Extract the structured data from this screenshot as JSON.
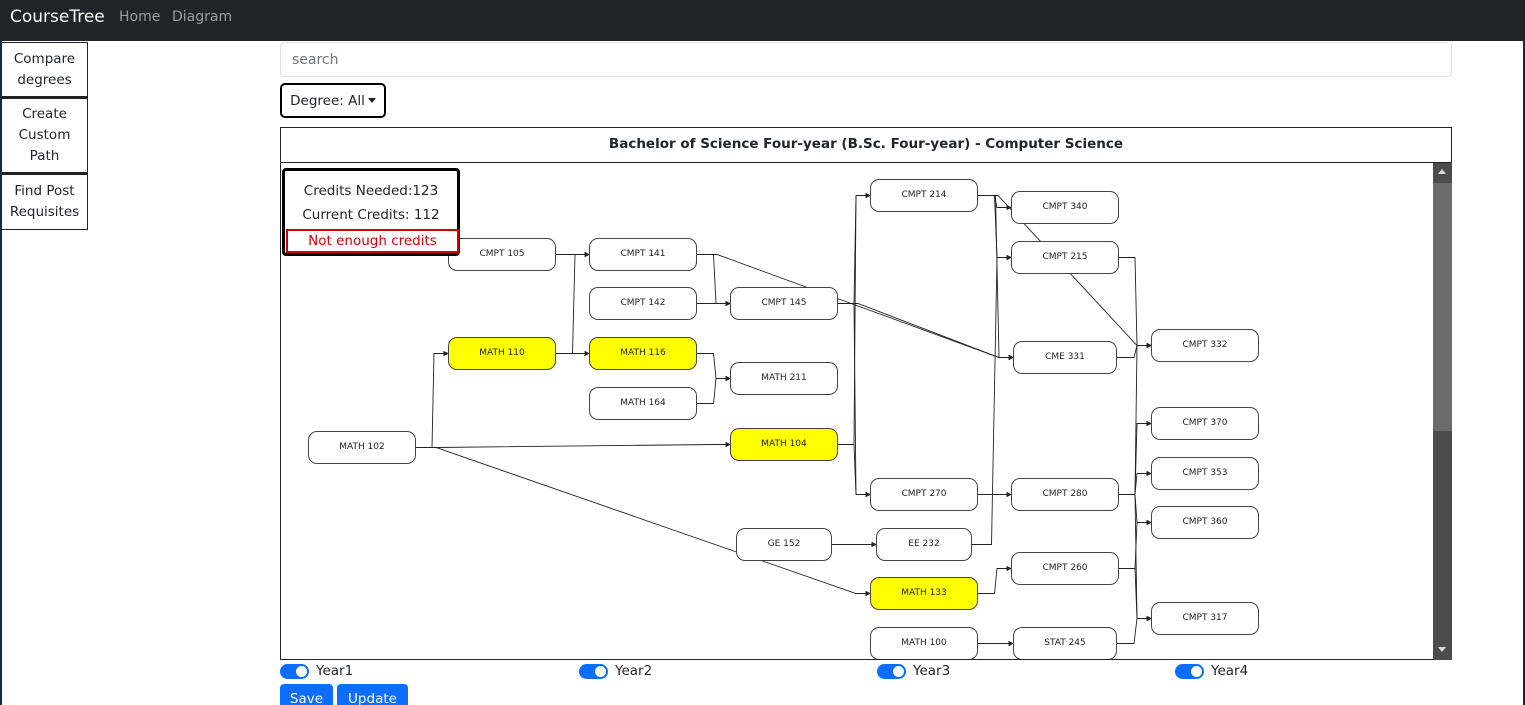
{
  "navbar": {
    "brand": "CourseTree",
    "home": "Home",
    "diagram": "Diagram"
  },
  "sidebar": {
    "items": [
      {
        "lines": [
          "Compare",
          "degrees"
        ]
      },
      {
        "lines": [
          "Create",
          "Custom",
          "Path"
        ]
      },
      {
        "lines": [
          "Find Post",
          "Requisites"
        ]
      }
    ]
  },
  "search": {
    "placeholder": "search",
    "value": ""
  },
  "degree_filter": {
    "label": "Degree: All"
  },
  "panel": {
    "title": "Bachelor of Science Four-year (B.Sc. Four-year) - Computer Science"
  },
  "credits": {
    "needed": "Credits Needed:123",
    "current": "Current Credits: 112",
    "warning": "Not enough credits"
  },
  "colors": {
    "completed": "#ffff00",
    "primary": "#0d6efd",
    "warning": "#d40000",
    "navbar": "#212529"
  },
  "courses": [
    {
      "id": "CMPT 105",
      "completed": false
    },
    {
      "id": "CMPT 141",
      "completed": false
    },
    {
      "id": "CMPT 142",
      "completed": false
    },
    {
      "id": "CMPT 145",
      "completed": false
    },
    {
      "id": "MATH 110",
      "completed": true
    },
    {
      "id": "MATH 116",
      "completed": true
    },
    {
      "id": "MATH 211",
      "completed": false
    },
    {
      "id": "MATH 164",
      "completed": false
    },
    {
      "id": "MATH 102",
      "completed": false
    },
    {
      "id": "MATH 104",
      "completed": true
    },
    {
      "id": "GE 152",
      "completed": false
    },
    {
      "id": "EE 232",
      "completed": false
    },
    {
      "id": "CMPT 214",
      "completed": false
    },
    {
      "id": "CMPT 270",
      "completed": false
    },
    {
      "id": "MATH 133",
      "completed": true
    },
    {
      "id": "MATH 100",
      "completed": false
    },
    {
      "id": "CMPT 340",
      "completed": false
    },
    {
      "id": "CMPT 215",
      "completed": false
    },
    {
      "id": "CME 331",
      "completed": false
    },
    {
      "id": "CMPT 280",
      "completed": false
    },
    {
      "id": "CMPT 260",
      "completed": false
    },
    {
      "id": "STAT 245",
      "completed": false
    },
    {
      "id": "CMPT 332",
      "completed": false
    },
    {
      "id": "CMPT 370",
      "completed": false
    },
    {
      "id": "CMPT 353",
      "completed": false
    },
    {
      "id": "CMPT 360",
      "completed": false
    },
    {
      "id": "CMPT 317",
      "completed": false
    }
  ],
  "prerequisites": [
    [
      "CMPT 105",
      "CMPT 141"
    ],
    [
      "MATH 110",
      "CMPT 141"
    ],
    [
      "MATH 110",
      "MATH 116"
    ],
    [
      "CMPT 141",
      "CMPT 145"
    ],
    [
      "CMPT 142",
      "CMPT 145"
    ],
    [
      "MATH 116",
      "MATH 211"
    ],
    [
      "MATH 164",
      "MATH 211"
    ],
    [
      "MATH 102",
      "MATH 110"
    ],
    [
      "MATH 102",
      "MATH 104"
    ],
    [
      "MATH 102",
      "MATH 133"
    ],
    [
      "GE 152",
      "EE 232"
    ],
    [
      "CMPT 145",
      "CMPT 214"
    ],
    [
      "CMPT 145",
      "CMPT 270"
    ],
    [
      "CMPT 145",
      "CME 331"
    ],
    [
      "MATH 104",
      "CMPT 214"
    ],
    [
      "MATH 104",
      "CMPT 270"
    ],
    [
      "CMPT 214",
      "CMPT 340"
    ],
    [
      "CMPT 214",
      "CMPT 215"
    ],
    [
      "CMPT 214",
      "CMPT 332"
    ],
    [
      "CMPT 214",
      "CME 331"
    ],
    [
      "CMPT 141",
      "CME 331"
    ],
    [
      "EE 232",
      "CMPT 215"
    ],
    [
      "CMPT 270",
      "CMPT 280"
    ],
    [
      "MATH 133",
      "CMPT 260"
    ],
    [
      "MATH 100",
      "STAT 245"
    ],
    [
      "CMPT 215",
      "CMPT 332"
    ],
    [
      "CME 331",
      "CMPT 332"
    ],
    [
      "CMPT 280",
      "CMPT 332"
    ],
    [
      "CMPT 280",
      "CMPT 370"
    ],
    [
      "CMPT 280",
      "CMPT 353"
    ],
    [
      "CMPT 280",
      "CMPT 360"
    ],
    [
      "CMPT 280",
      "CMPT 317"
    ],
    [
      "CMPT 260",
      "CMPT 360"
    ],
    [
      "CMPT 260",
      "CMPT 317"
    ],
    [
      "STAT 245",
      "CMPT 317"
    ]
  ],
  "year_toggles": [
    {
      "label": "Year1",
      "on": true
    },
    {
      "label": "Year2",
      "on": true
    },
    {
      "label": "Year3",
      "on": true
    },
    {
      "label": "Year4",
      "on": true
    }
  ],
  "actions": {
    "save": "Save",
    "update": "Update"
  }
}
